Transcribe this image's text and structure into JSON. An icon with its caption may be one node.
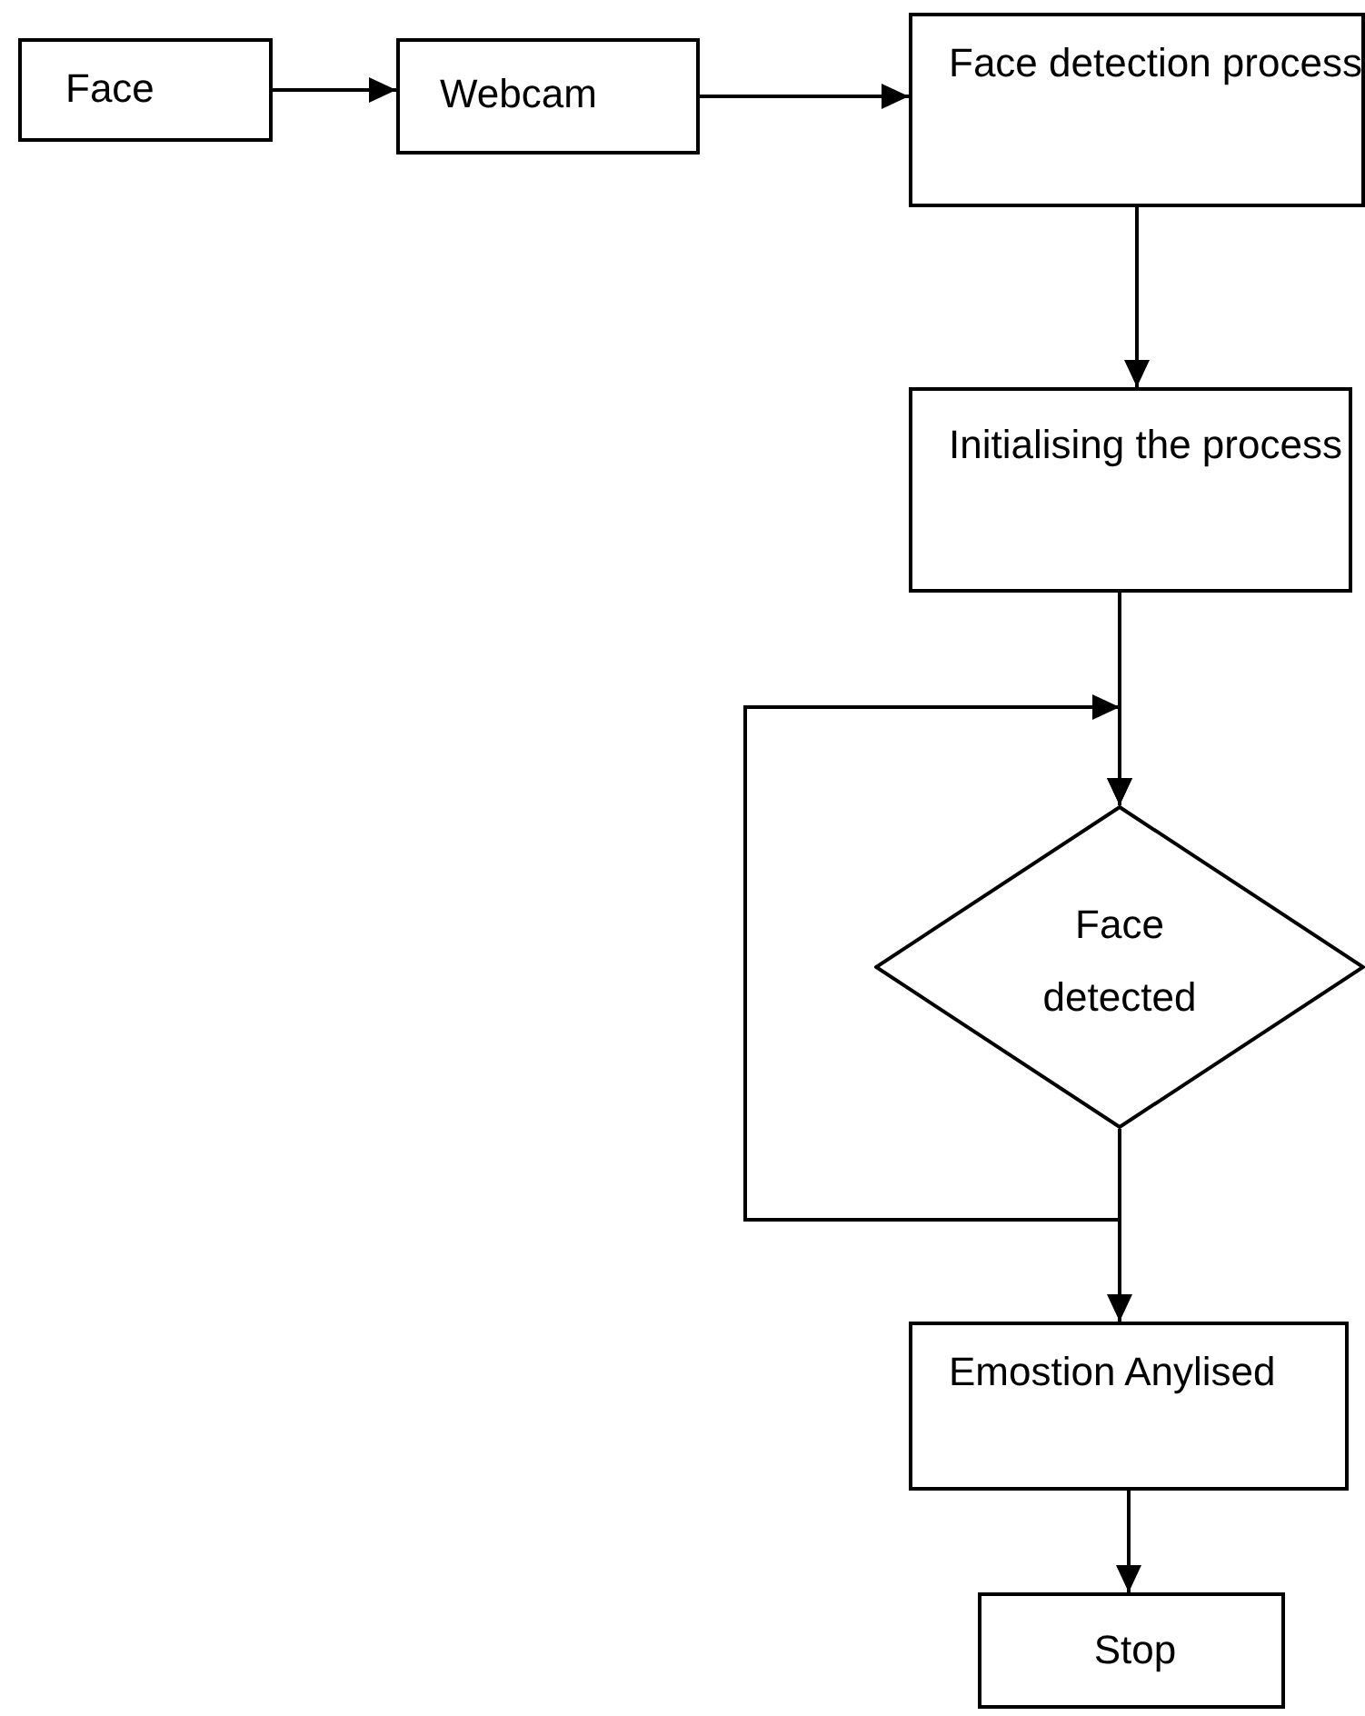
{
  "diagram": {
    "nodes": [
      {
        "text": [
          "Face"
        ]
      },
      {
        "text": [
          "Webcam"
        ]
      },
      {
        "text": [
          "Face detection process"
        ]
      },
      {
        "text": [
          "Initialising the process"
        ]
      },
      {
        "text": [
          "Face detected"
        ]
      },
      {
        "text": [
          "Emostion Anylised"
        ]
      },
      {
        "text": [
          "Stop"
        ]
      }
    ],
    "edges": [
      {
        "from": 0,
        "to": 1,
        "arrow": "to"
      },
      {
        "from": 1,
        "to": 2,
        "arrow": "to"
      },
      {
        "from": 2,
        "to": 3,
        "arrow": "to"
      },
      {
        "from": 3,
        "to": 4,
        "arrow": "to"
      },
      {
        "from": 4,
        "to": 5,
        "arrow": "to"
      },
      {
        "from": 5,
        "to": 6,
        "arrow": "to"
      },
      {
        "from": 4,
        "to": 4,
        "arrow": "to"
      }
    ]
  }
}
